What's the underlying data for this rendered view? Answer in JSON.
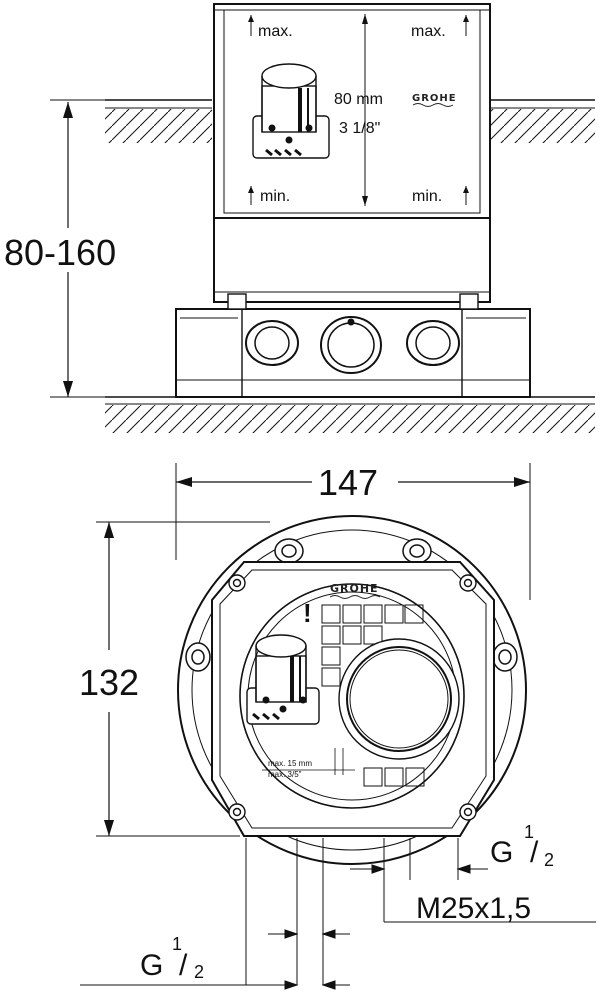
{
  "brand": "GROHE",
  "side_view": {
    "height_range": "80-160",
    "box_max_left": "max.",
    "box_max_right": "max.",
    "box_min_left": "min.",
    "box_min_right": "min.",
    "depth_mm": "80 mm",
    "depth_in": "3 1/8\""
  },
  "top_view": {
    "width": "147",
    "height": "132",
    "note_mm": "max. 15 mm",
    "note_in": "max. 3/5\"",
    "warning_mark": "!"
  },
  "connections": {
    "outlet_right": "G",
    "outlet_left": "G",
    "thread_fraction_num": "1",
    "thread_fraction_den": "2",
    "center_port": "M25x1,5"
  }
}
